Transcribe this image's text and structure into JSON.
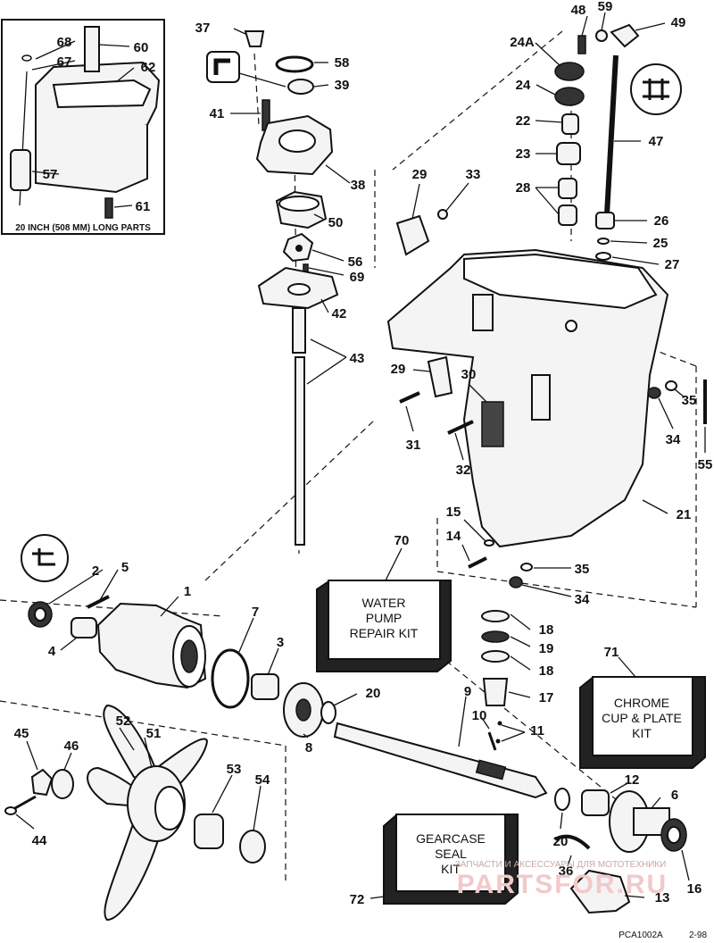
{
  "inset": {
    "caption": "20 INCH (508 MM) LONG PARTS"
  },
  "kits": {
    "water_pump": [
      "WATER",
      "PUMP",
      "REPAIR KIT"
    ],
    "chrome": [
      "CHROME",
      "CUP & PLATE",
      "KIT"
    ],
    "gearcase": [
      "GEARCASE",
      "SEAL",
      "KIT"
    ]
  },
  "callouts": {
    "c1": "1",
    "c2": "2",
    "c3": "3",
    "c4": "4",
    "c5": "5",
    "c6": "6",
    "c7": "7",
    "c8": "8",
    "c9": "9",
    "c10": "10",
    "c11": "11",
    "c12": "12",
    "c13": "13",
    "c14": "14",
    "c15": "15",
    "c16": "16",
    "c17": "17",
    "c18a": "18",
    "c18b": "18",
    "c19": "19",
    "c20a": "20",
    "c20b": "20",
    "c21": "21",
    "c22": "22",
    "c23": "23",
    "c24": "24",
    "c24a": "24A",
    "c25": "25",
    "c26": "26",
    "c27": "27",
    "c28": "28",
    "c29a": "29",
    "c29b": "29",
    "c30": "30",
    "c31": "31",
    "c32": "32",
    "c33": "33",
    "c34a": "34",
    "c34b": "34",
    "c35a": "35",
    "c35b": "35",
    "c36": "36",
    "c37": "37",
    "c38": "38",
    "c39": "39",
    "c41": "41",
    "c42": "42",
    "c43": "43",
    "c44": "44",
    "c45": "45",
    "c46": "46",
    "c47": "47",
    "c48": "48",
    "c49": "49",
    "c50": "50",
    "c51": "51",
    "c52": "52",
    "c53": "53",
    "c54": "54",
    "c55": "55",
    "c56": "56",
    "c57": "57",
    "c58": "58",
    "c59": "59",
    "c60": "60",
    "c61": "61",
    "c62": "62",
    "c67": "67",
    "c68": "68",
    "c69": "69",
    "c70": "70",
    "c71": "71",
    "c72": "72"
  },
  "watermark": {
    "small": "ЗАПЧАСТИ И АКСЕССУАРЫ ДЛЯ МОТОТЕХНИКИ",
    "big": "PARTSFOR.RU"
  },
  "footer": {
    "code": "PCA1002A",
    "date": "2-98"
  }
}
